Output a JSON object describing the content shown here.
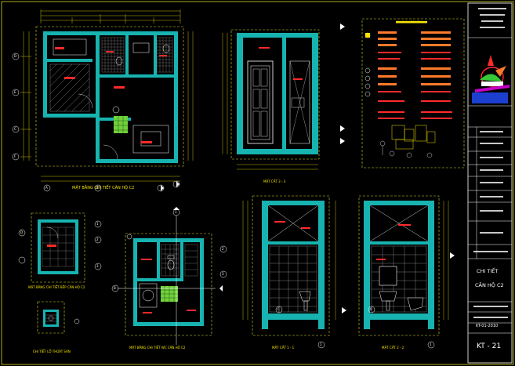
{
  "drawing": {
    "plan_main_title": "MẶT BẰNG CHI TIẾT CĂN HỘ C2",
    "plan_ceiling_title": "MẶT BẰNG CHI TIẾT BẾP CĂN HỘ C2",
    "plan_detail_title": "CHI TIẾT LỖ THOÁT SÀN",
    "plan_wc_title": "MẶT BẰNG CHI TIẾT WC CĂN HỘ C2",
    "elevation_top": "MẶT CẮT 3 - 3",
    "section_1": "MẶT CẮT 1 - 1",
    "section_2": "MẶT CẮT 2 - 2",
    "notes_title": "GHI CHÚ VẬT LIỆU",
    "grid_labels": [
      "A",
      "B",
      "C",
      "D",
      "E",
      "F",
      "1",
      "2",
      "3",
      "4"
    ]
  },
  "title_block": {
    "drawing_name_line1": "CHI TIẾT",
    "drawing_name_line2": "CĂN HỘ C2",
    "drawing_code": "KT-01-2010",
    "sheet_number": "KT - 21"
  },
  "colors": {
    "background": "#000000",
    "wall": "#17b3b0",
    "frame": "#d7d72a",
    "text": "#f5e400",
    "red": "#ff2a2a",
    "white": "#ffffff",
    "green": "#36c836",
    "orange": "#ff7a2a"
  }
}
